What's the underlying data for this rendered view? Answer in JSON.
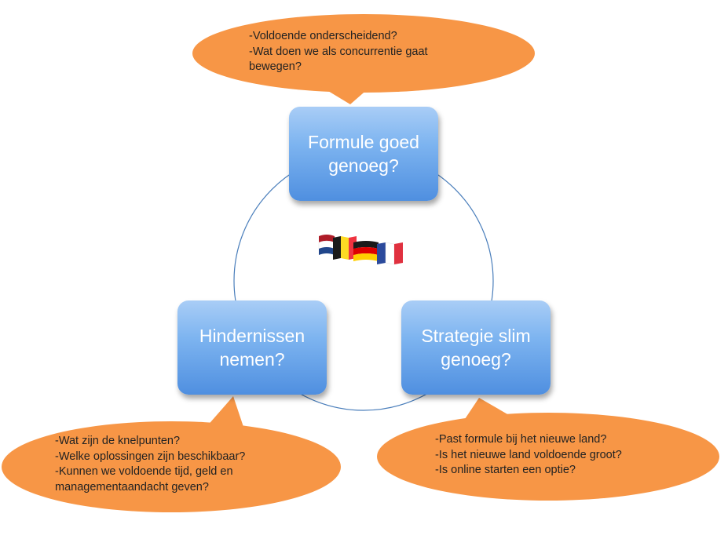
{
  "nodes": {
    "top": {
      "line1": "Formule goed",
      "line2": "genoeg?"
    },
    "left": {
      "line1": "Hindernissen",
      "line2": "nemen?"
    },
    "right": {
      "line1": "Strategie slim",
      "line2": "genoeg?"
    }
  },
  "callouts": {
    "top": [
      "-Voldoende onderscheidend?",
      "-Wat doen we als concurrentie gaat",
      "bewegen?"
    ],
    "left": [
      "-Wat zijn de knelpunten?",
      "-Welke oplossingen zijn beschikbaar?",
      "-Kunnen we voldoende tijd, geld en",
      "managementaandacht geven?"
    ],
    "right": [
      "-Past formule bij het nieuwe land?",
      "-Is het nieuwe land voldoende groot?",
      "-Is online starten een optie?"
    ]
  },
  "flags": [
    "netherlands-flag",
    "belgium-flag",
    "germany-flag",
    "france-flag"
  ],
  "colors": {
    "callout_fill": "#f79646",
    "node_gradient_top": "#a9cdf6",
    "node_gradient_bottom": "#4f8fe0",
    "cycle_line": "#4a7ebb"
  }
}
